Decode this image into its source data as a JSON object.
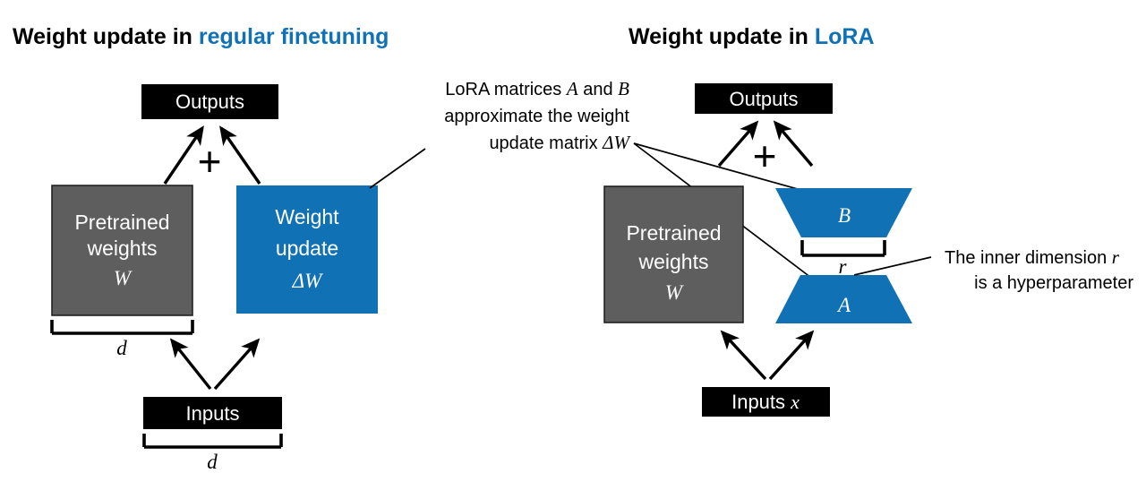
{
  "colors": {
    "blue": "#1071b5",
    "gray": "#5e5e5e",
    "black": "#000000",
    "white": "#ffffff",
    "title_accent": "#1071b5"
  },
  "left_panel": {
    "title_prefix": "Weight update in ",
    "title_accent": "regular finetuning",
    "outputs_label": "Outputs",
    "plus_symbol": "+",
    "pretrained_line1": "Pretrained",
    "pretrained_line2": "weights",
    "pretrained_symbol": "W",
    "update_line1": "Weight",
    "update_line2": "update",
    "update_symbol": "ΔW",
    "inputs_label": "Inputs",
    "dim_top": "d",
    "dim_bottom": "d"
  },
  "right_panel": {
    "title_prefix": "Weight update in ",
    "title_accent": "LoRA",
    "outputs_label": "Outputs",
    "plus_symbol": "+",
    "pretrained_line1": "Pretrained",
    "pretrained_line2": "weights",
    "pretrained_symbol": "W",
    "matrix_b_label": "B",
    "matrix_a_label": "A",
    "inner_dim_label": "r",
    "inputs_label_prefix": "Inputs ",
    "inputs_label_symbol": "x"
  },
  "annotations": {
    "center": {
      "line1_a": "LoRA matrices ",
      "line1_b": "A",
      "line1_c": " and ",
      "line1_d": "B",
      "line2": "approximate the weight",
      "line3_a": "update matrix ",
      "line3_b": "ΔW"
    },
    "right": {
      "line1_a": "The inner dimension ",
      "line1_b": "r",
      "line2": "is a hyperparameter"
    }
  }
}
